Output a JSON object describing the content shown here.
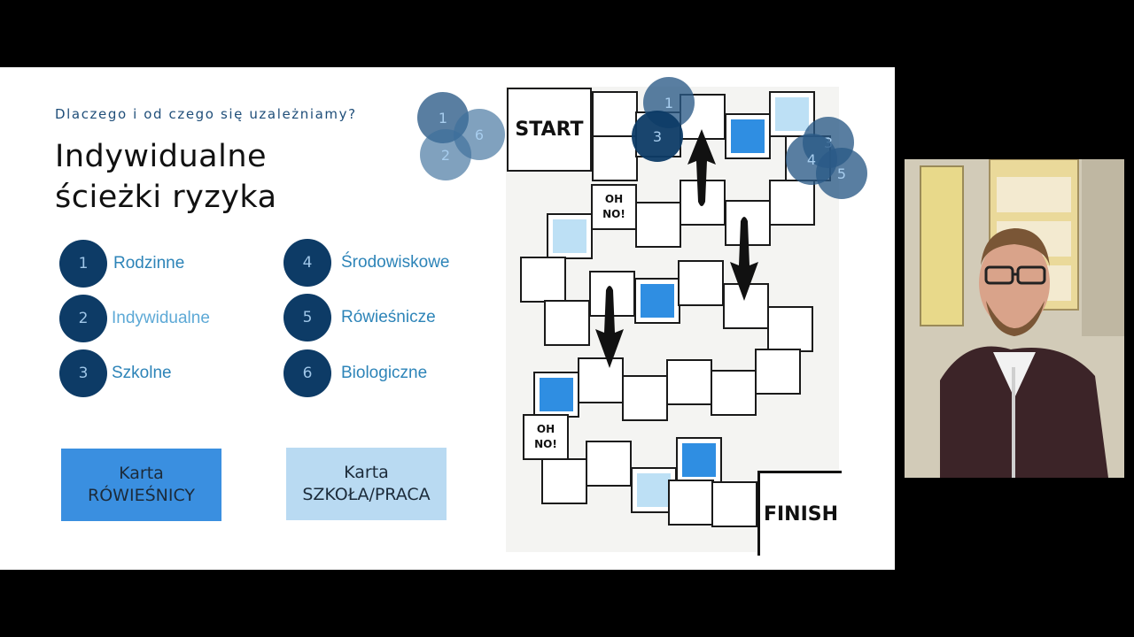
{
  "slide": {
    "subtitle": "Dlaczego i od czego się uzależniamy?",
    "title_line1": "Indywidualne",
    "title_line2": "ścieżki ryzyka",
    "paths": [
      {
        "number": "1",
        "label": "Rodzinne"
      },
      {
        "number": "2",
        "label": "Indywidualne"
      },
      {
        "number": "3",
        "label": "Szkolne"
      },
      {
        "number": "4",
        "label": "Środowiskowe"
      },
      {
        "number": "5",
        "label": "Rówieśnicze"
      },
      {
        "number": "6",
        "label": "Biologiczne"
      }
    ],
    "cards": [
      {
        "line1": "Karta",
        "line2": "RÓWIEŚNICY"
      },
      {
        "line1": "Karta",
        "line2": "SZKOŁA/PRACA"
      }
    ]
  },
  "board": {
    "start": "START",
    "finish": "FINISH",
    "oh_no_line1": "OH",
    "oh_no_line2": "NO!",
    "tokens_left": [
      "1",
      "6",
      "2"
    ],
    "tokens_top": [
      "1",
      "3"
    ],
    "tokens_right": [
      "3",
      "4",
      "5"
    ]
  },
  "colors": {
    "navy": "#0d3b66",
    "label_blue": "#2d84b8",
    "card_blue": "#3a8fe0",
    "card_light": "#b9daf2"
  }
}
